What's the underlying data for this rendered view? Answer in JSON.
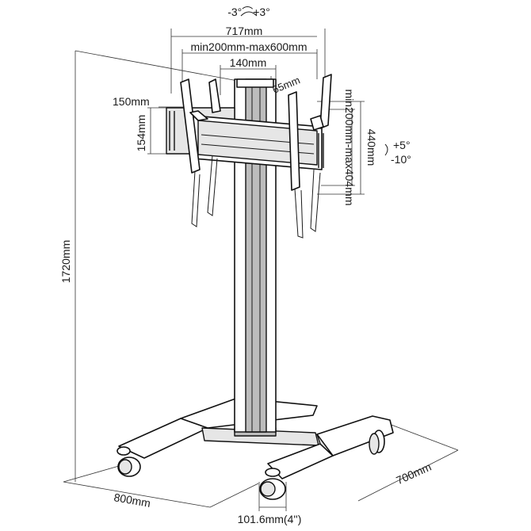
{
  "dimensions": {
    "tilt_range": "-3°⌒+3°",
    "overall_width": "717mm",
    "vesa_horizontal": "min200mm-max600mm",
    "column_width": "140mm",
    "offset": "65mm",
    "bracket_depth": "150mm",
    "bracket_height": "154mm",
    "mount_height": "440mm",
    "vesa_vertical": "min200mm-max404mm",
    "tilt_forward": "+5°",
    "tilt_back": "-10°",
    "total_height": "1720mm",
    "base_depth": "700mm",
    "base_width": "800mm",
    "caster_size": "101.6mm(4'')"
  }
}
